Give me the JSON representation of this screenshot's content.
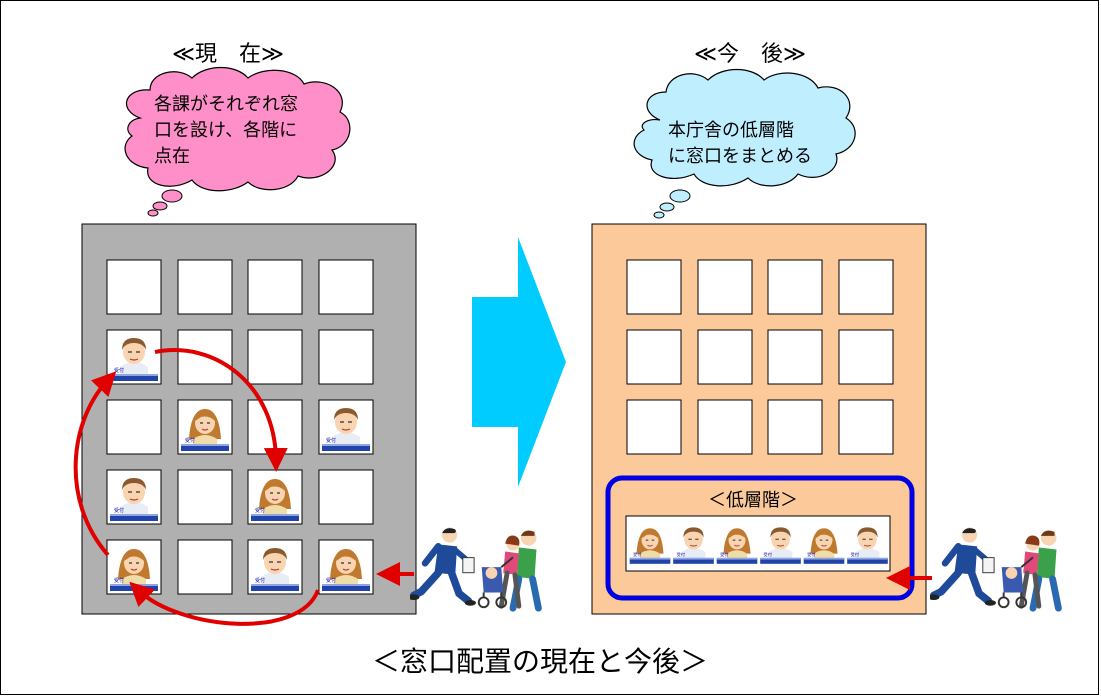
{
  "current": {
    "heading": "≪現　在≫",
    "bubble_text": "各課がそれぞれ窓\n口を設け、各階に\n点在",
    "building_color": "#b0b0b0",
    "bubble_color": "#ff8fc8"
  },
  "future": {
    "heading": "≪今　後≫",
    "bubble_text": "本庁舎の低層階\nに窓口をまとめる",
    "building_color": "#fbc99a",
    "bubble_color": "#bfefff",
    "low_floor_label": "＜低層階＞"
  },
  "caption": "＜窓口配置の現在と今後＞",
  "desk_label": "受付",
  "colors": {
    "arrow": "#00ccff",
    "route": "#e00000",
    "highlight": "#0000e0"
  },
  "icons": [
    "clerk-man-icon",
    "clerk-woman-icon",
    "visitor-man-icon",
    "visitor-family-icon"
  ]
}
